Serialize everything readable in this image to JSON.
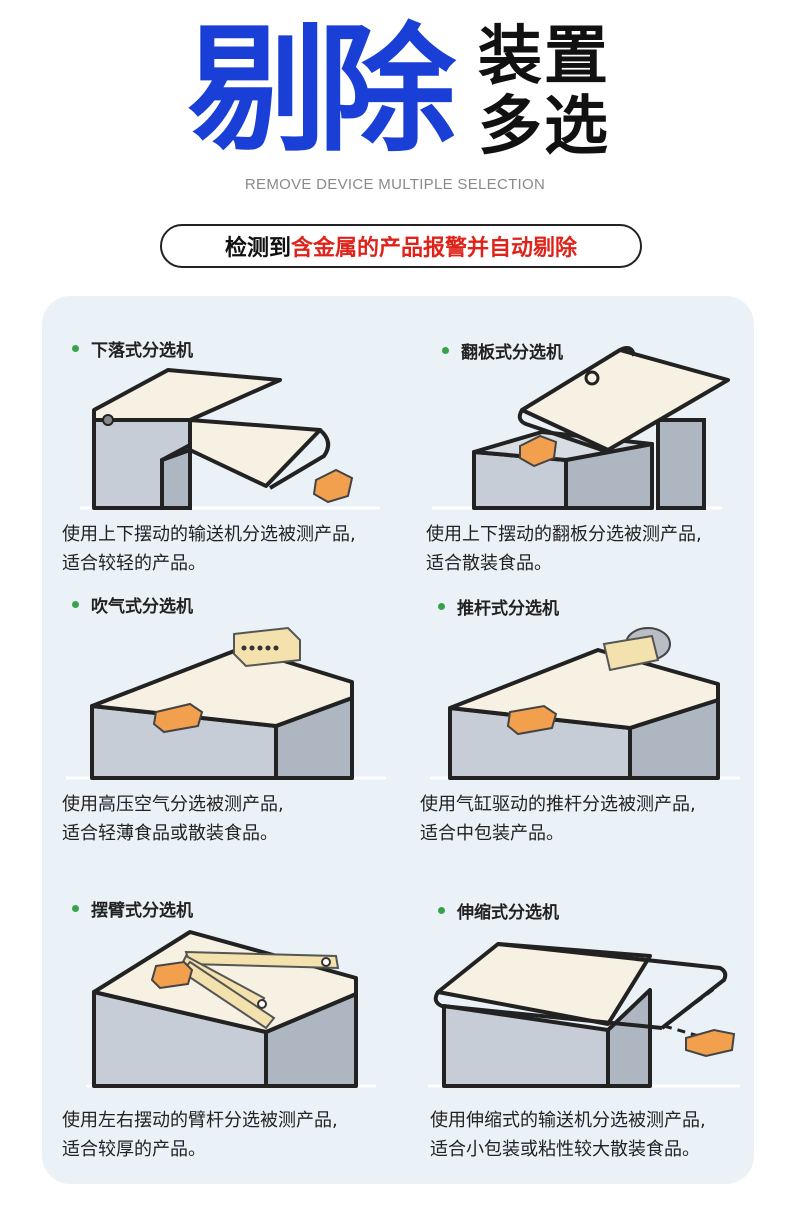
{
  "hero": {
    "big_text": "剔除",
    "small_line1": "装置",
    "small_line2": "多选",
    "subtitle": "REMOVE DEVICE MULTIPLE SELECTION"
  },
  "banner": {
    "prefix": "检测到",
    "highlight": "含金属的产品报警并自动剔除"
  },
  "colors": {
    "hero_blue": "#1a3fd6",
    "highlight_red": "#e0231a",
    "panel_bg": "#eaf2f8",
    "bullet_green": "#38a24a",
    "product_orange": "#f2a04e"
  },
  "cards": [
    {
      "title": "下落式分选机",
      "desc_line1": "使用上下摆动的输送机分选被测产品,",
      "desc_line2": "适合较轻的产品。"
    },
    {
      "title": "翻板式分选机",
      "desc_line1": "使用上下摆动的翻板分选被测产品,",
      "desc_line2": "适合散装食品。"
    },
    {
      "title": "吹气式分选机",
      "desc_line1": "使用高压空气分选被测产品,",
      "desc_line2": "适合轻薄食品或散装食品。"
    },
    {
      "title": "推杆式分选机",
      "desc_line1": "使用气缸驱动的推杆分选被测产品,",
      "desc_line2": "适合中包装产品。"
    },
    {
      "title": "摆臂式分选机",
      "desc_line1": "使用左右摆动的臂杆分选被测产品,",
      "desc_line2": "适合较厚的产品。"
    },
    {
      "title": "伸缩式分选机",
      "desc_line1": "使用伸缩式的输送机分选被测产品,",
      "desc_line2": "适合小包装或粘性较大散装食品。"
    }
  ]
}
